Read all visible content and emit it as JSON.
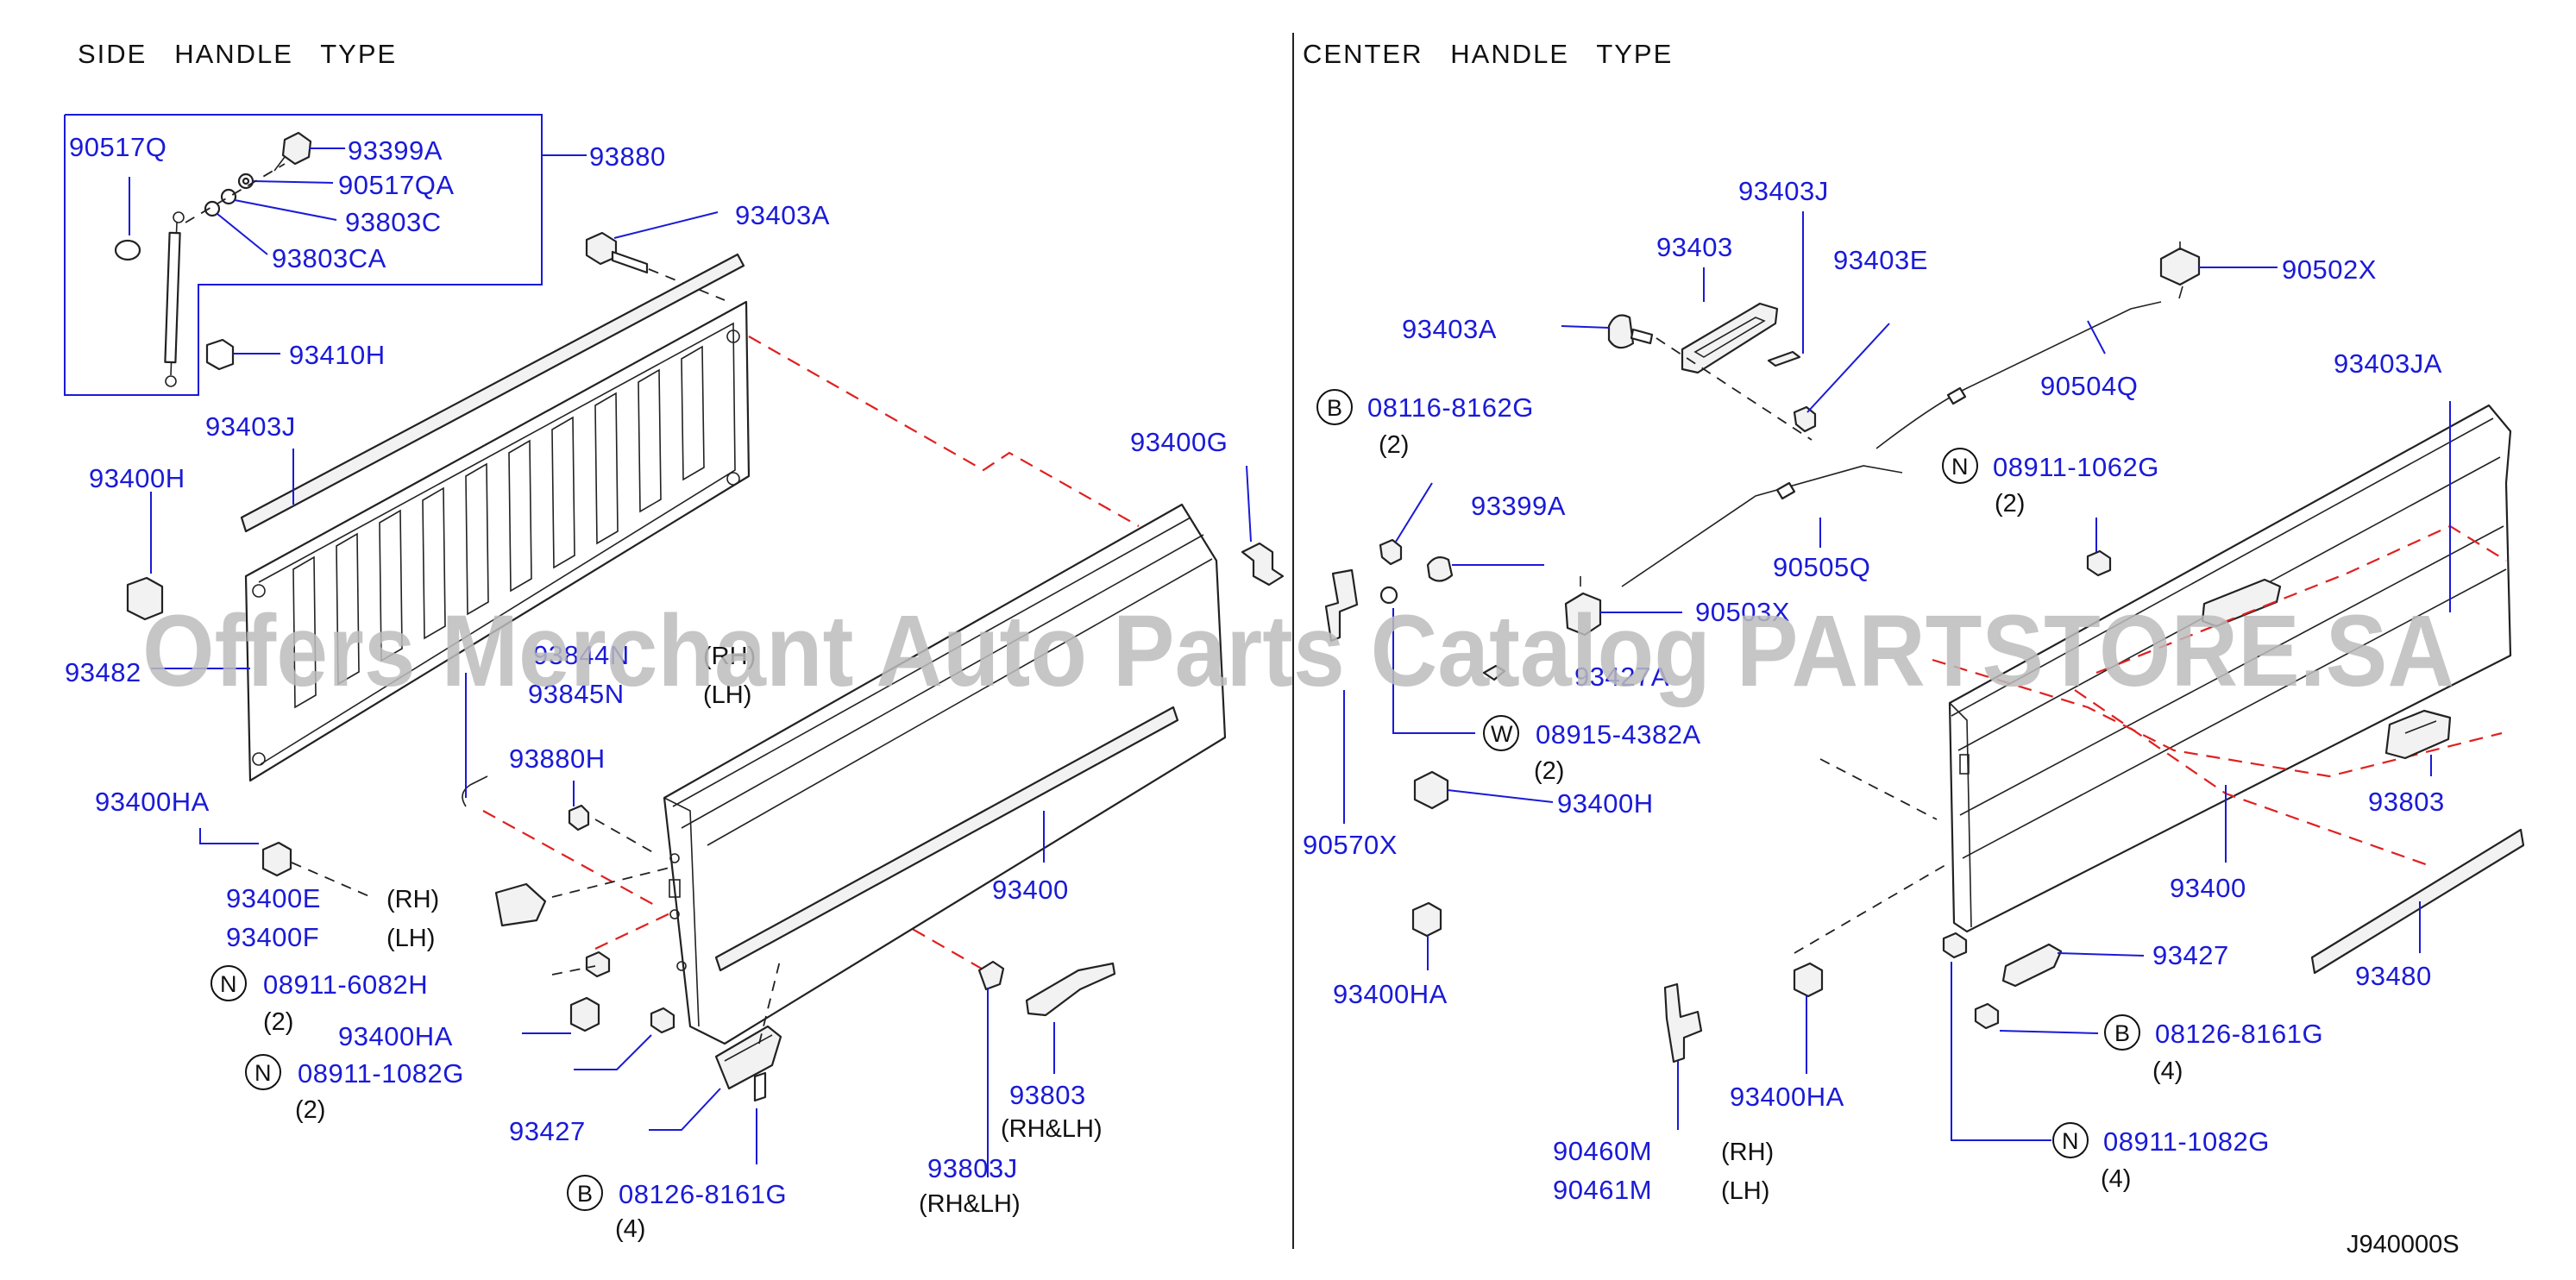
{
  "sections": {
    "left_title": "SIDE   HANDLE   TYPE",
    "right_title": "CENTER   HANDLE   TYPE"
  },
  "left_labels": [
    {
      "id": "l-90517q",
      "text": "90517Q"
    },
    {
      "id": "l-93399a",
      "text": "93399A"
    },
    {
      "id": "l-90517qa",
      "text": "90517QA"
    },
    {
      "id": "l-93803c",
      "text": "93803C"
    },
    {
      "id": "l-93803ca",
      "text": "93803CA"
    },
    {
      "id": "l-93880",
      "text": "93880"
    },
    {
      "id": "l-93403a",
      "text": "93403A"
    },
    {
      "id": "l-93410h",
      "text": "93410H"
    },
    {
      "id": "l-93403j",
      "text": "93403J"
    },
    {
      "id": "l-93400h",
      "text": "93400H"
    },
    {
      "id": "l-93400g",
      "text": "93400G"
    },
    {
      "id": "l-93482",
      "text": "93482"
    },
    {
      "id": "l-93844n",
      "text": "93844N"
    },
    {
      "id": "l-93845n",
      "text": "93845N"
    },
    {
      "id": "l-93880h",
      "text": "93880H"
    },
    {
      "id": "l-93400ha-a",
      "text": "93400HA"
    },
    {
      "id": "l-93400e",
      "text": "93400E"
    },
    {
      "id": "l-93400f",
      "text": "93400F"
    },
    {
      "id": "l-08911-6082h",
      "text": "08911-6082H"
    },
    {
      "id": "l-93400ha-b",
      "text": "93400HA"
    },
    {
      "id": "l-08911-1082g",
      "text": "08911-1082G"
    },
    {
      "id": "l-93427",
      "text": "93427"
    },
    {
      "id": "l-08126-8161g",
      "text": "08126-8161G"
    },
    {
      "id": "l-93400",
      "text": "93400"
    },
    {
      "id": "l-93803",
      "text": "93803"
    },
    {
      "id": "l-93803j",
      "text": "93803J"
    }
  ],
  "right_labels": [
    {
      "id": "r-93403j",
      "text": "93403J"
    },
    {
      "id": "r-93403",
      "text": "93403"
    },
    {
      "id": "r-93403e",
      "text": "93403E"
    },
    {
      "id": "r-90502x",
      "text": "90502X"
    },
    {
      "id": "r-93403a",
      "text": "93403A"
    },
    {
      "id": "r-08116-8162g",
      "text": "08116-8162G"
    },
    {
      "id": "r-90504q",
      "text": "90504Q"
    },
    {
      "id": "r-93403ja",
      "text": "93403JA"
    },
    {
      "id": "r-08911-1062g",
      "text": "08911-1062G"
    },
    {
      "id": "r-93399a",
      "text": "93399A"
    },
    {
      "id": "r-90505q",
      "text": "90505Q"
    },
    {
      "id": "r-90503x",
      "text": "90503X"
    },
    {
      "id": "r-93427a",
      "text": "93427A"
    },
    {
      "id": "r-08915-4382a",
      "text": "08915-4382A"
    },
    {
      "id": "r-93400h",
      "text": "93400H"
    },
    {
      "id": "r-90570x",
      "text": "90570X"
    },
    {
      "id": "r-93803",
      "text": "93803"
    },
    {
      "id": "r-93400",
      "text": "93400"
    },
    {
      "id": "r-93427",
      "text": "93427"
    },
    {
      "id": "r-93480",
      "text": "93480"
    },
    {
      "id": "r-93400ha-a",
      "text": "93400HA"
    },
    {
      "id": "r-08126-8161g",
      "text": "08126-8161G"
    },
    {
      "id": "r-93400ha-b",
      "text": "93400HA"
    },
    {
      "id": "r-90460m",
      "text": "90460M"
    },
    {
      "id": "r-90461m",
      "text": "90461M"
    },
    {
      "id": "r-08911-1082g",
      "text": "08911-1082G"
    }
  ],
  "qualifiers": {
    "rh": "(RH)",
    "lh": "(LH)",
    "rh_lh": "(RH&LH)",
    "qty2": "(2)",
    "qty4": "(4)"
  },
  "circle_letters": {
    "n": "N",
    "b": "B",
    "w": "W"
  },
  "footer": {
    "diagram_code": "J940000S"
  },
  "watermark": {
    "text": "Offers Merchant Auto Parts Catalog PARTSTORE.SA"
  },
  "colors": {
    "part_number": "#1a1ad8",
    "dashed_guide": "#e02020",
    "watermark": "#bdbdbd"
  }
}
